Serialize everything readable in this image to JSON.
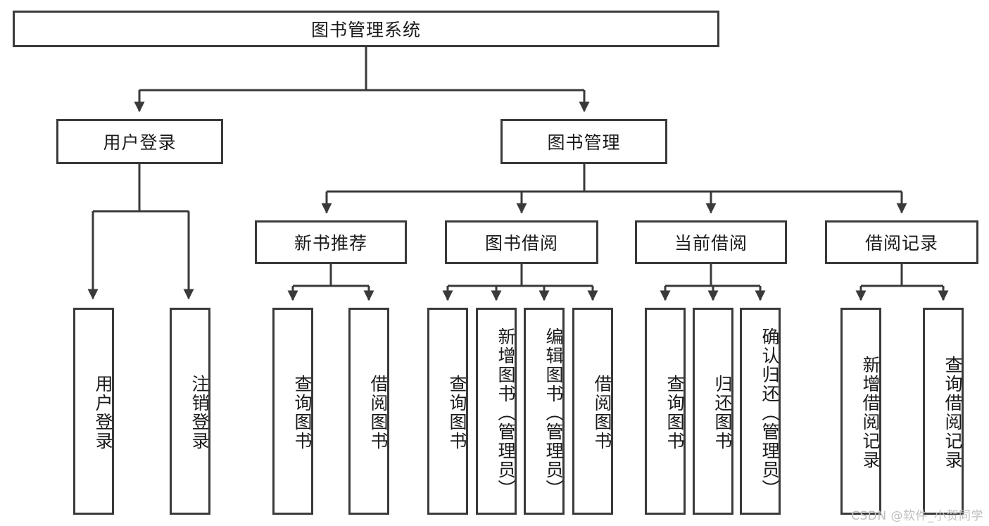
{
  "diagram": {
    "type": "tree-hierarchy",
    "title_node": "图书管理系统",
    "stroke_color": "#3a3a3a",
    "background_color": "#ffffff",
    "text_color": "#1a1a1a"
  },
  "nodes": {
    "root": {
      "label": "图书管理系统"
    },
    "level2": [
      {
        "label": "用户登录"
      },
      {
        "label": "图书管理"
      }
    ],
    "level3": [
      {
        "label": "新书推荐"
      },
      {
        "label": "图书借阅"
      },
      {
        "label": "当前借阅"
      },
      {
        "label": "借阅记录"
      }
    ],
    "leaves_user_login": [
      {
        "label": "用户登录"
      },
      {
        "label": "注销登录"
      }
    ],
    "leaves_new_book": [
      {
        "label": "查询图书"
      },
      {
        "label": "借阅图书"
      }
    ],
    "leaves_borrow": [
      {
        "label": "查询图书"
      },
      {
        "label": "新增图书（管理员）"
      },
      {
        "label": "编辑图书（管理员）"
      },
      {
        "label": "借阅图书"
      }
    ],
    "leaves_current": [
      {
        "label": "查询图书"
      },
      {
        "label": "归还图书"
      },
      {
        "label": "确认归还（管理员）"
      }
    ],
    "leaves_records": [
      {
        "label": "新增借阅记录"
      },
      {
        "label": "查询借阅记录"
      }
    ]
  },
  "watermark": {
    "text": "CSDN @软件_小贺同学"
  }
}
